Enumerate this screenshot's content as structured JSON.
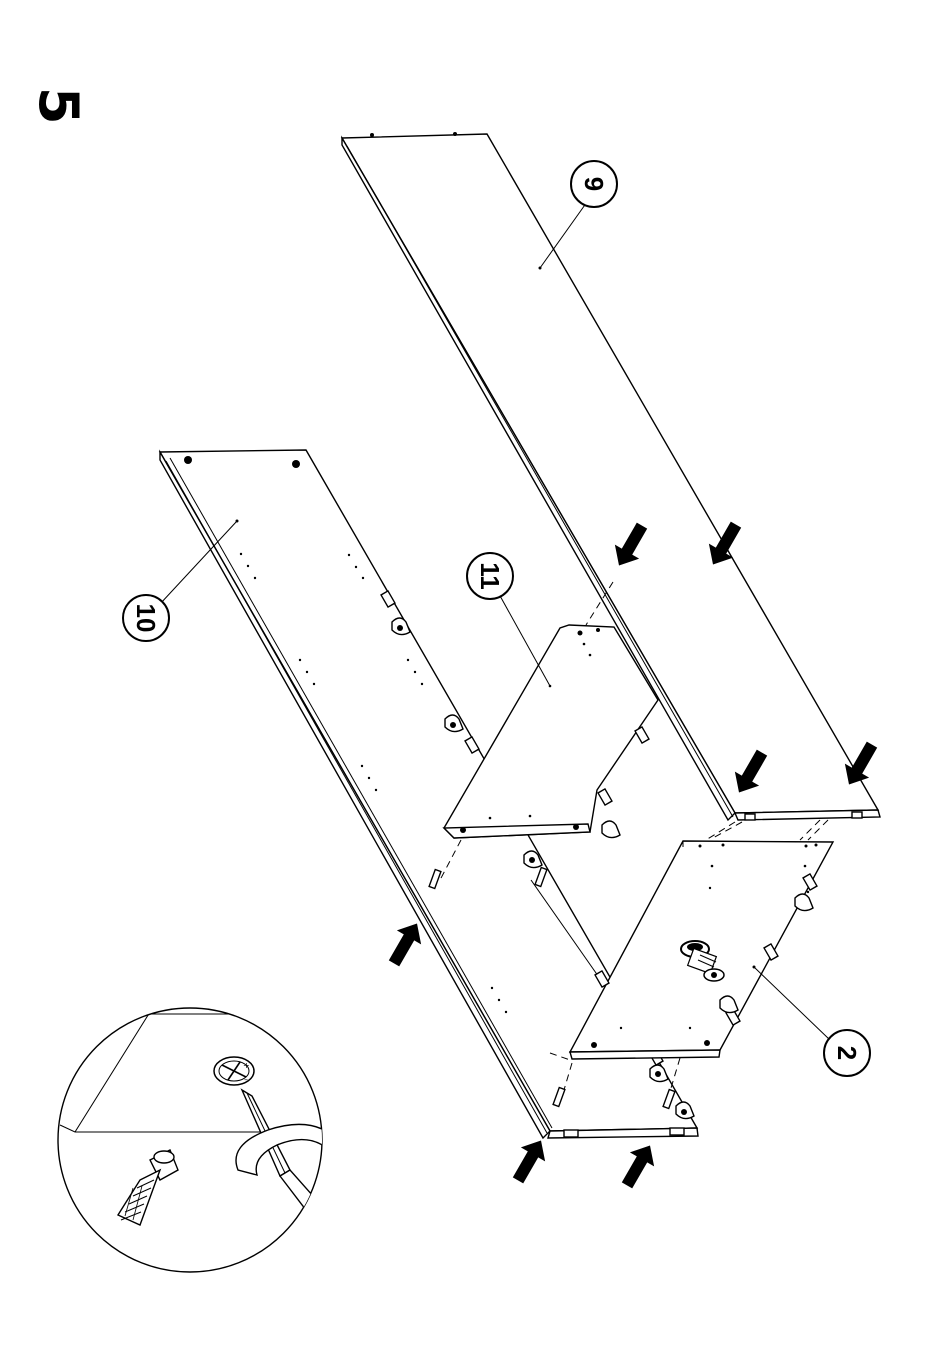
{
  "step": {
    "number": "5"
  },
  "parts": [
    {
      "id": "part-9",
      "label": "9"
    },
    {
      "id": "part-10",
      "label": "10"
    },
    {
      "id": "part-11",
      "label": "11"
    },
    {
      "id": "part-2",
      "label": "2"
    }
  ],
  "detail": {
    "tool": "screwdriver",
    "fastener": "cam-lock-screw",
    "action": "rotate-clockwise"
  },
  "icons": [
    "arrow-icon",
    "cam-lock-icon",
    "screwdriver-icon",
    "dowel-icon",
    "rotation-arrow-icon",
    "leveling-foot-icon"
  ],
  "colors": {
    "ink": "#000000",
    "paper": "#ffffff"
  }
}
